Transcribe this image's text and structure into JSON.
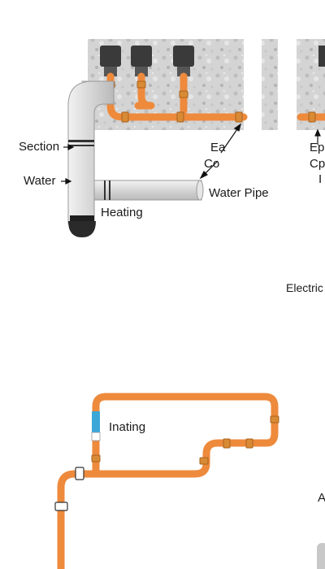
{
  "labels": {
    "section": "Section",
    "water": "Water",
    "heating": "Heating",
    "water_pipe": "Water Pipe",
    "frag_ea": "Ea",
    "frag_co": "Co",
    "frag_ep": "Ep",
    "frag_cp": "Cp",
    "frag_i": "I",
    "electric": "Electric",
    "inating": "Inating",
    "frag_a": "A"
  },
  "colors": {
    "copper_pipe": "#ee8a3c",
    "pvc_pipe": "#d9d9d9",
    "concrete": "#cfcfcf",
    "fitting": "#d98a35",
    "blue_band": "#3aa7d8",
    "valve": "#2a2a2a"
  }
}
